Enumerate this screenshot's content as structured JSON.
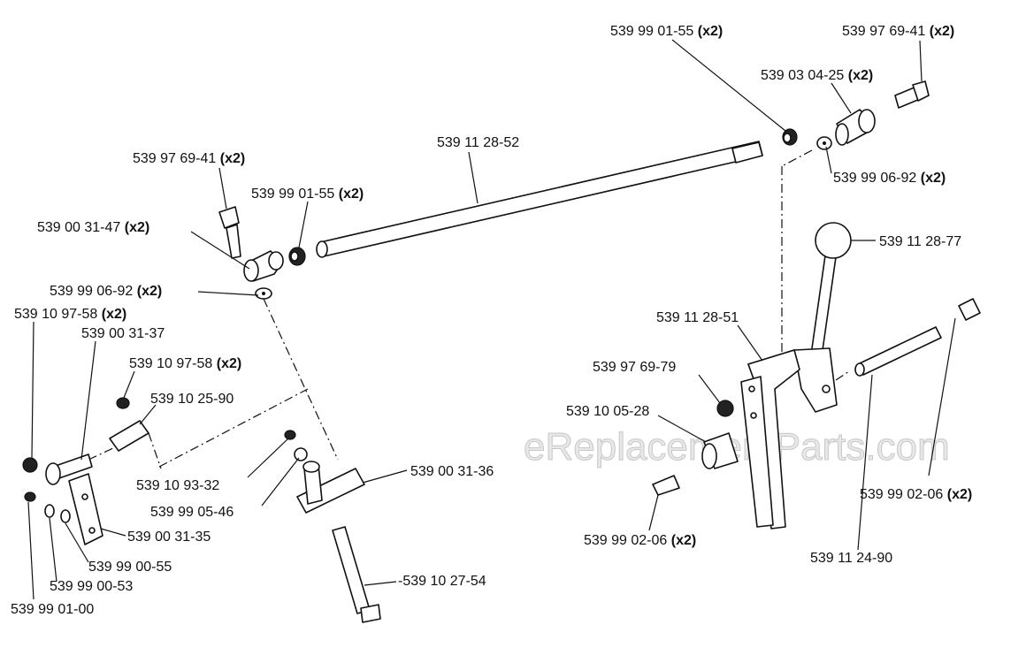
{
  "watermark": "eReplacementParts.com",
  "labels": [
    {
      "part": "539 99 01-55",
      "qty": "(x2)"
    },
    {
      "part": "539 97 69-41",
      "qty": "(x2)"
    },
    {
      "part": "539 03 04-25",
      "qty": "(x2)"
    },
    {
      "part": "539 11 28-52",
      "qty": ""
    },
    {
      "part": "539 99 06-92",
      "qty": "(x2)"
    },
    {
      "part": "539 97 69-41",
      "qty": "(x2)"
    },
    {
      "part": "539 99 01-55",
      "qty": "(x2)"
    },
    {
      "part": "539 00 31-47",
      "qty": "(x2)"
    },
    {
      "part": "539 11 28-77",
      "qty": ""
    },
    {
      "part": "539 99 06-92",
      "qty": "(x2)"
    },
    {
      "part": "539 10 97-58",
      "qty": "(x2)"
    },
    {
      "part": "539 00 31-37",
      "qty": ""
    },
    {
      "part": "539 11 28-51",
      "qty": ""
    },
    {
      "part": "539 10 97-58",
      "qty": "(x2)"
    },
    {
      "part": "539 97 69-79",
      "qty": ""
    },
    {
      "part": "539 10 25-90",
      "qty": ""
    },
    {
      "part": "539 10 05-28",
      "qty": ""
    },
    {
      "part": "539 00 31-36",
      "qty": ""
    },
    {
      "part": "539 10 93-32",
      "qty": ""
    },
    {
      "part": "539 99 02-06",
      "qty": "(x2)"
    },
    {
      "part": "539 99 05-46",
      "qty": ""
    },
    {
      "part": "539 00 31-35",
      "qty": ""
    },
    {
      "part": "539 99 02-06",
      "qty": "(x2)"
    },
    {
      "part": "539 11 24-90",
      "qty": ""
    },
    {
      "part": "539 99 00-55",
      "qty": ""
    },
    {
      "part": "-539 10 27-54",
      "qty": ""
    },
    {
      "part": "539 99 00-53",
      "qty": ""
    },
    {
      "part": "539 99 01-00",
      "qty": ""
    }
  ]
}
